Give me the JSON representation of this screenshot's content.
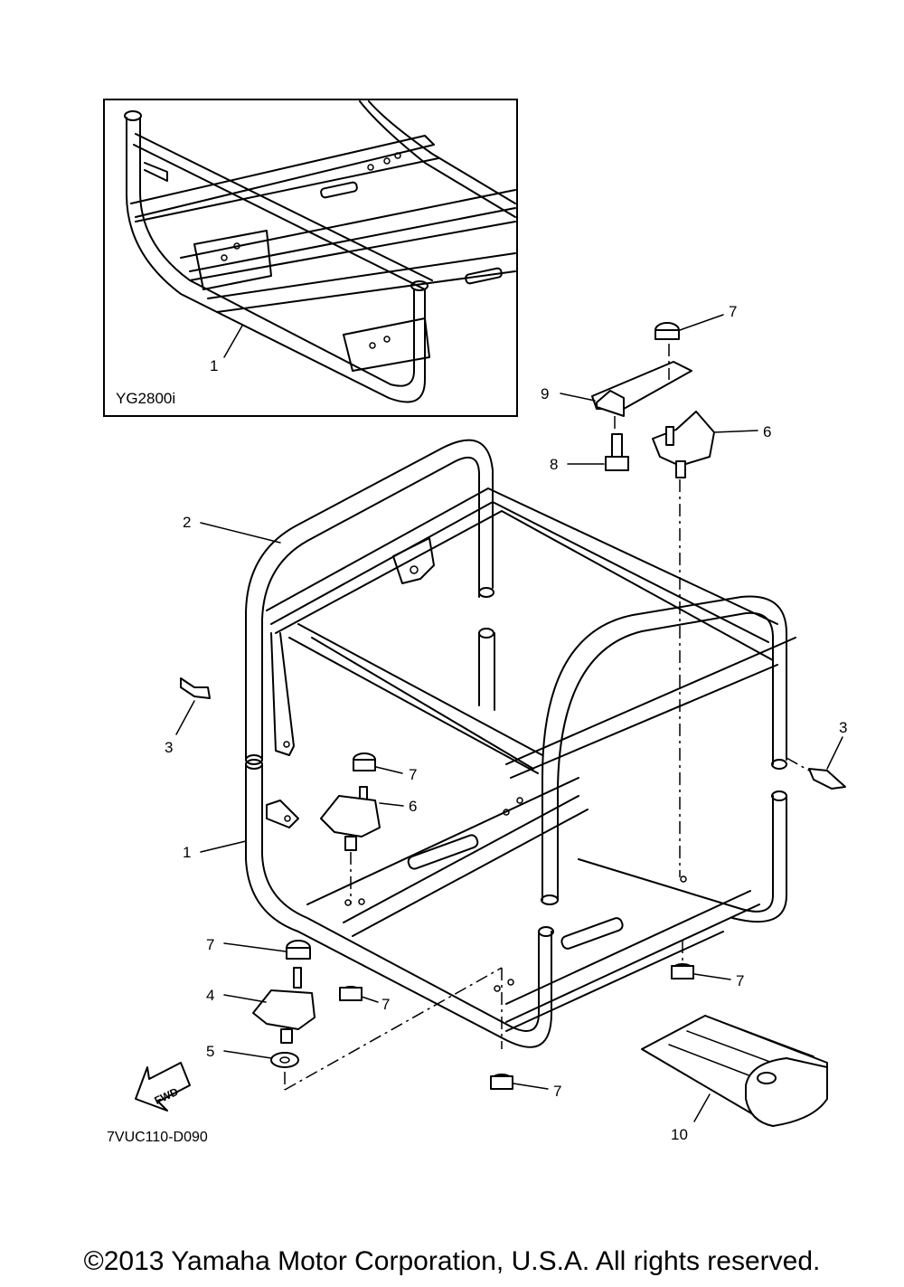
{
  "inset": {
    "label": "YG2800i"
  },
  "callouts": {
    "c1_inset": "1",
    "c7_top": "7",
    "c9": "9",
    "c6_top": "6",
    "c8": "8",
    "c2": "2",
    "c3_left": "3",
    "c3_right": "3",
    "c7_mid": "7",
    "c6_mid": "6",
    "c1_main": "1",
    "c7_left": "7",
    "c4": "4",
    "c7_bottom_mid": "7",
    "c5": "5",
    "c7_right": "7",
    "c7_bottom": "7",
    "c10": "10"
  },
  "fwd_arrow": {
    "label": "FWD",
    "icon": "fwd-arrow-icon"
  },
  "diagram_code": "7VUC110-D090",
  "copyright": "©2013 Yamaha Motor Corporation, U.S.A. All rights reserved."
}
